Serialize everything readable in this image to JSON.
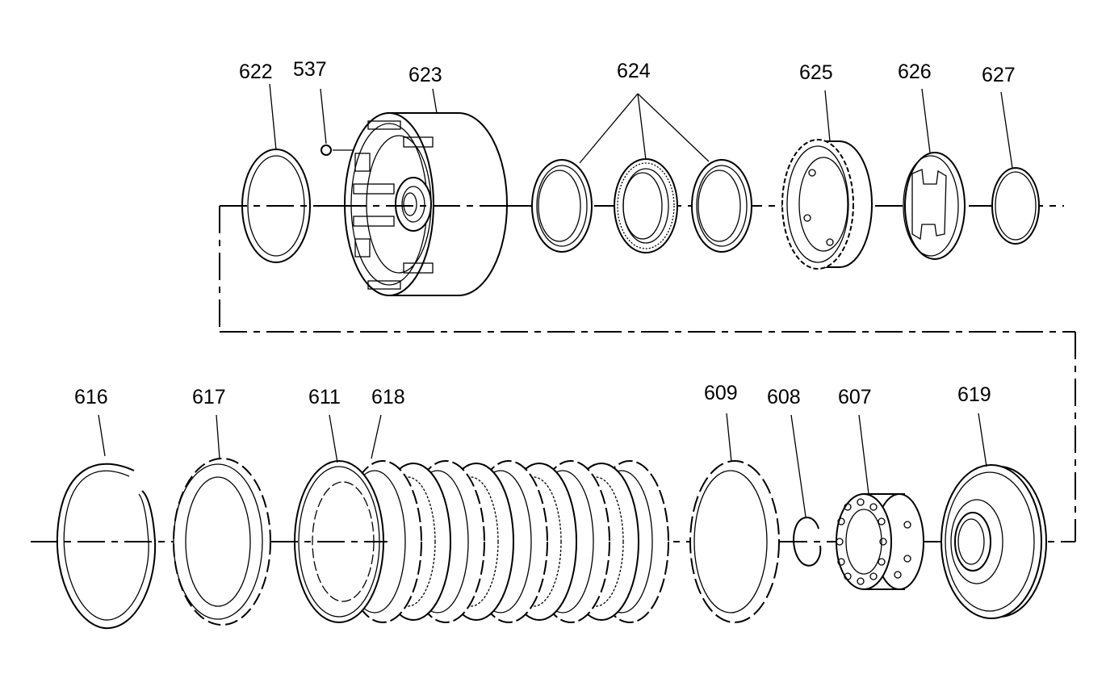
{
  "callouts": {
    "c622": "622",
    "c537": "537",
    "c623": "623",
    "c624": "624",
    "c625": "625",
    "c626": "626",
    "c627": "627",
    "c616": "616",
    "c617": "617",
    "c611": "611",
    "c618": "618",
    "c609": "609",
    "c608": "608",
    "c607": "607",
    "c619": "619"
  }
}
